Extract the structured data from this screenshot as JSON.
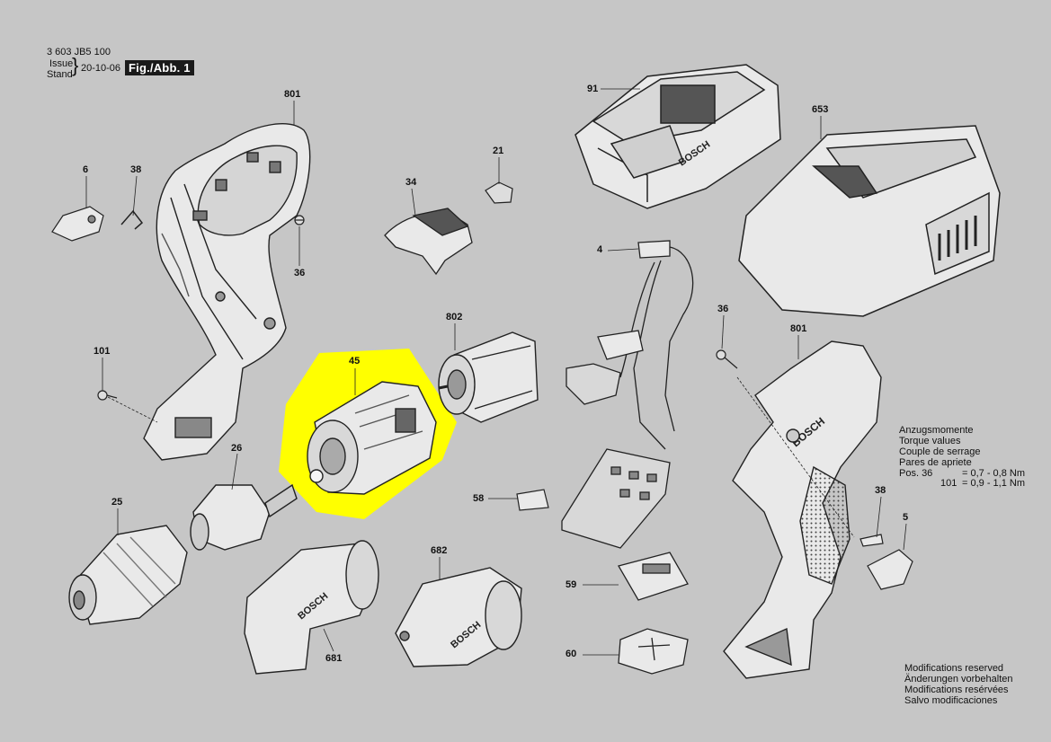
{
  "header": {
    "doc_number": "3 603 JB5 100",
    "issue_label": "Issue",
    "stand_label": "Stand",
    "issue_date": "20-10-06",
    "figure_label": "Fig./Abb. 1"
  },
  "part_numbers": {
    "p801a": "801",
    "p6": "6",
    "p38a": "38",
    "p36a": "36",
    "p101": "101",
    "p34": "34",
    "p21": "21",
    "p91": "91",
    "p653": "653",
    "p4": "4",
    "p802": "802",
    "p45": "45",
    "p26": "26",
    "p25": "25",
    "p58": "58",
    "p682": "682",
    "p681": "681",
    "p59": "59",
    "p60": "60",
    "p36b": "36",
    "p801b": "801",
    "p38b": "38",
    "p5": "5"
  },
  "torque": {
    "title_de": "Anzugsmomente",
    "title_en": "Torque values",
    "title_fr": "Couple de serrage",
    "title_es": "Pares de apriete",
    "row1_label": "Pos.  36",
    "row1_value": "= 0,7 - 0,8 Nm",
    "row2_label": "101",
    "row2_value": "= 0,9 - 1,1 Nm"
  },
  "notes": {
    "en": "Modifications reserved",
    "de": "Änderungen vorbehalten",
    "fr": "Modifications resérvées",
    "es": "Salvo modificaciones"
  },
  "brand_text": "BOSCH",
  "colors": {
    "background": "#c6c6c6",
    "part_fill": "#e9e9e9",
    "part_dark": "#555555",
    "highlight": "#ffff00"
  }
}
